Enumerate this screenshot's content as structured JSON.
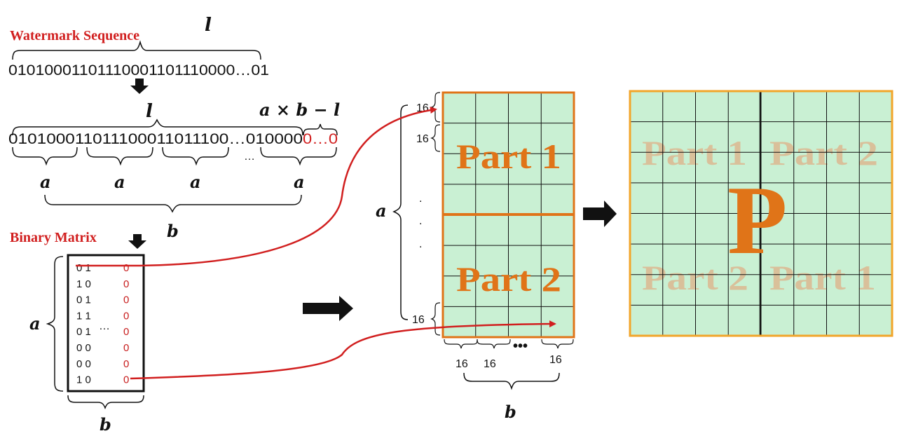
{
  "watermark_title": "Watermark Sequence",
  "sequence": "01010001101110001101110000…01",
  "padded_prefix": "010100011011100011011100…010000",
  "padded_suffix": "0…0",
  "var_l": "l",
  "var_a": "a",
  "var_b": "b",
  "formula": "a × b − l",
  "ellipsis": "…",
  "binary_title": "Binary Matrix",
  "matrix_rows": [
    "0 1",
    "1 0",
    "0 1",
    "1 1",
    "0 1",
    "0 0",
    "0 0",
    "1 0"
  ],
  "matrix_pad": [
    "0",
    "0",
    "0",
    "0",
    "0",
    "0",
    "0",
    "0"
  ],
  "matrix_dots": "…",
  "block_size": "16",
  "vertical_dot": ".",
  "bold_dots": "•••",
  "part1": "Part 1",
  "part2": "Part 2",
  "big_letter": "P",
  "colors": {
    "accent_red": "#d11f1f",
    "orange": "#e07418",
    "grid_fill": "#c9f0d3",
    "ghost": "#d9c09a"
  }
}
